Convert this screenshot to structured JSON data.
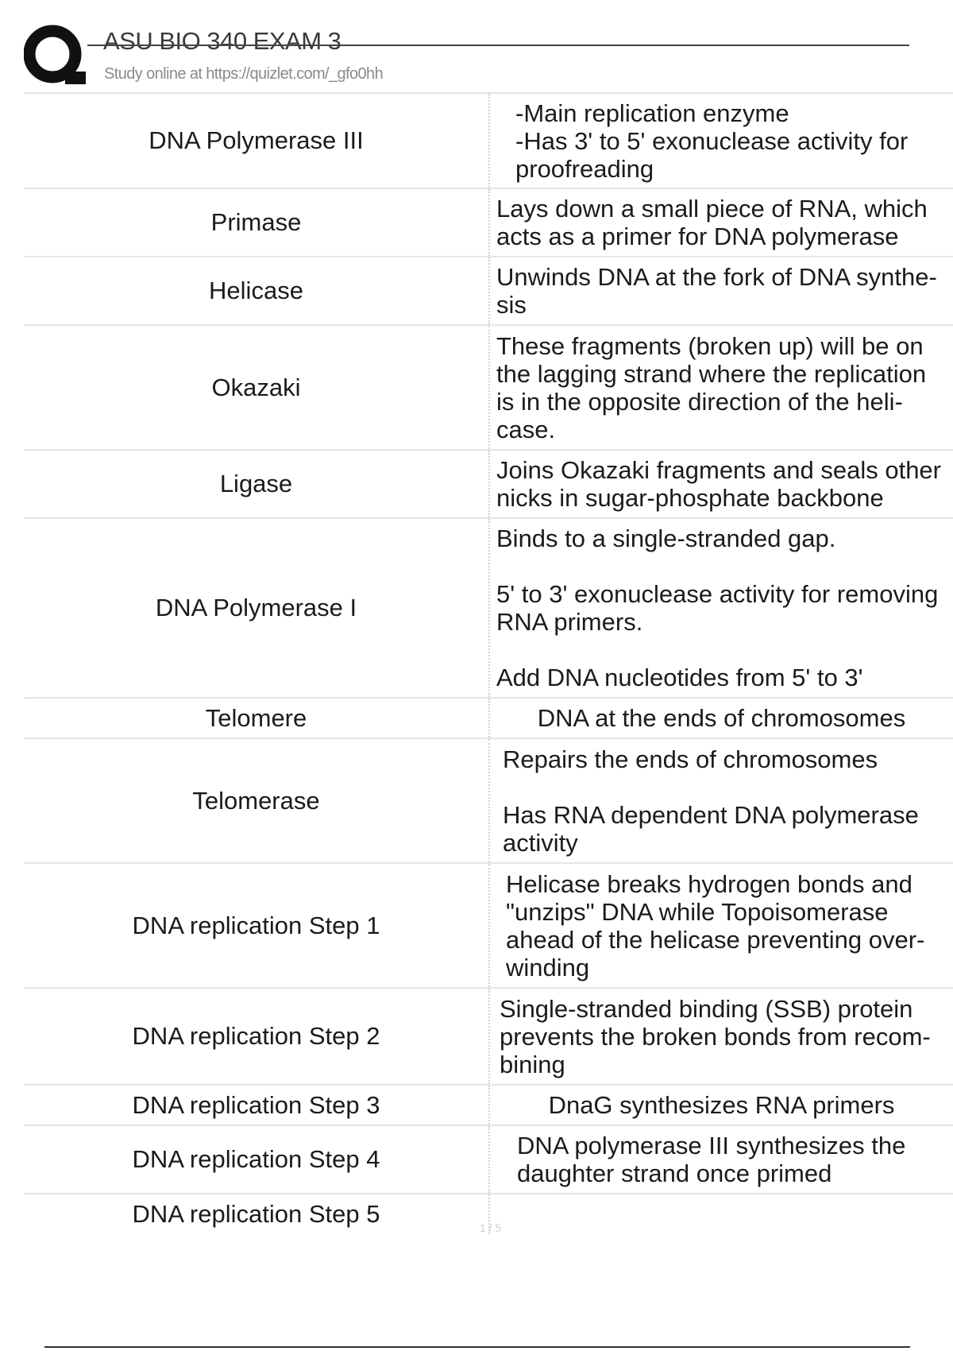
{
  "header": {
    "title": "ASU BIO 340 EXAM 3",
    "subtitle": "Study online at https://quizlet.com/_gfo0hh"
  },
  "cards": [
    {
      "term": "DNA Polymerase III",
      "definition": "-Main replication enzyme\n-Has 3' to 5' exonuclease activity for proofreading"
    },
    {
      "term": "Primase",
      "definition": "Lays down a small piece of RNA, which acts as a primer for DNA polymerase"
    },
    {
      "term": "Helicase",
      "definition": "Unwinds DNA at the fork of DNA synthe-\nsis"
    },
    {
      "term": "Okazaki",
      "definition": "These fragments (broken up) will be on the lagging strand where the replication is in the opposite direction of the heli-\ncase."
    },
    {
      "term": "Ligase",
      "definition": "Joins Okazaki fragments and seals other nicks in sugar-phosphate backbone"
    },
    {
      "term": "DNA Polymerase I",
      "definition": "Binds to a single-stranded gap.\n\n5' to 3' exonuclease activity for removing RNA primers.\n\nAdd DNA nucleotides from 5' to 3'"
    },
    {
      "term": "Telomere",
      "definition": "DNA at the ends of chromosomes"
    },
    {
      "term": "Telomerase",
      "definition": "Repairs the ends of chromosomes\n\nHas RNA dependent DNA polymerase activity"
    },
    {
      "term": "DNA replication Step 1",
      "definition": "Helicase breaks hydrogen bonds and \"unzips\" DNA while Topoisomerase ahead of the helicase preventing over-\nwinding"
    },
    {
      "term": "DNA replication Step 2",
      "definition": "Single-stranded binding (SSB) protein prevents the broken bonds from recom-\nbining"
    },
    {
      "term": "DNA replication Step 3",
      "definition": "DnaG synthesizes RNA primers"
    },
    {
      "term": "DNA replication Step 4",
      "definition": "DNA polymerase III synthesizes the daughter strand once primed"
    },
    {
      "term": "DNA replication Step 5",
      "definition": ""
    }
  ],
  "footer": {
    "page_number": "1 / 5"
  }
}
